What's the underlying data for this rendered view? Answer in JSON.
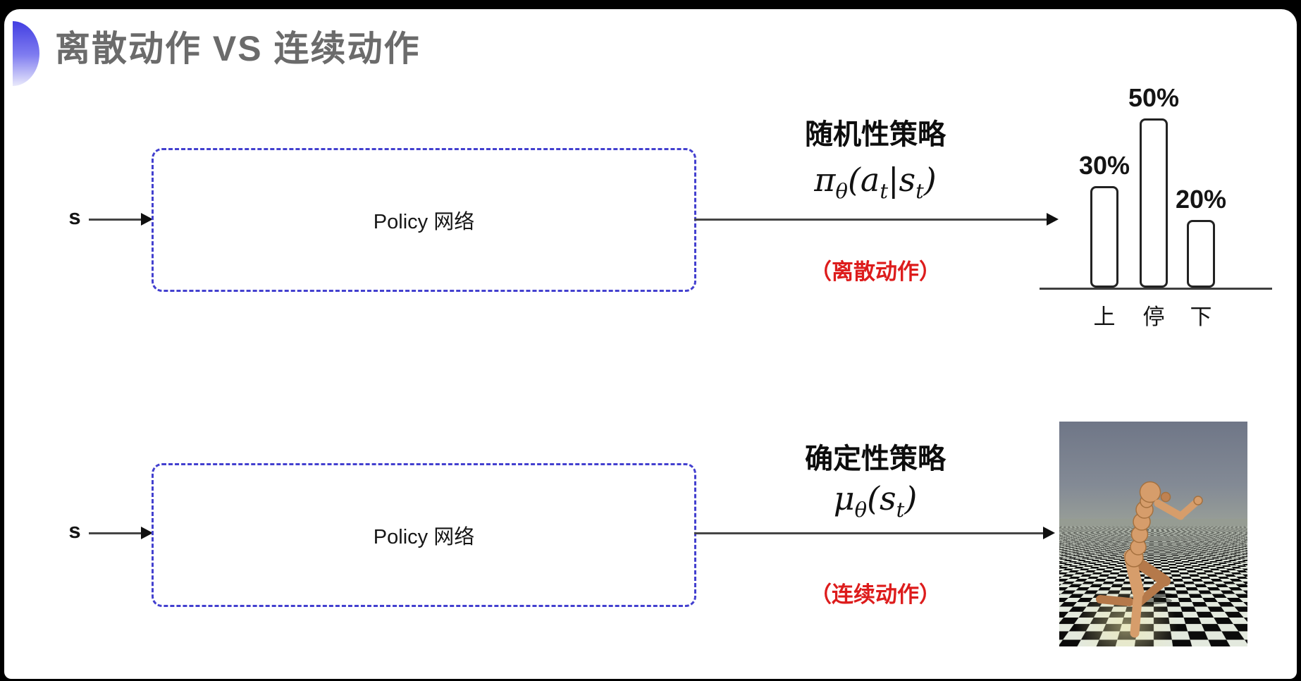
{
  "header": {
    "title": "离散动作 VS 连续动作"
  },
  "colors": {
    "accent_blue": "#4340cf",
    "caption_red": "#dd1c1c",
    "title_gray": "#6b6b6b"
  },
  "rows": [
    {
      "state_label": "s",
      "box_label": "Policy 网络",
      "policy_name": "随机性策略",
      "formula": {
        "p1": "π",
        "s1": "θ",
        "p2": "(a",
        "s2": "t",
        "p3": "|s",
        "s3": "t",
        "p4": ")"
      },
      "caption": "（离散动作）"
    },
    {
      "state_label": "s",
      "box_label": "Policy 网络",
      "policy_name": "确定性策略",
      "formula": {
        "p1": "μ",
        "s1": "θ",
        "p2": "(s",
        "s2": "t",
        "p3": ")",
        "s3": "",
        "p4": ""
      },
      "caption": "（连续动作）"
    }
  ],
  "chart_data": {
    "type": "bar",
    "title": "",
    "xlabel": "",
    "ylabel": "",
    "categories": [
      "上",
      "停",
      "下"
    ],
    "values": [
      30,
      50,
      20
    ],
    "value_labels": [
      "30%",
      "50%",
      "20%"
    ],
    "ylim": [
      0,
      55
    ],
    "grid": false,
    "legend": false,
    "bar_fill": "#ffffff",
    "bar_outline": "#222222"
  }
}
